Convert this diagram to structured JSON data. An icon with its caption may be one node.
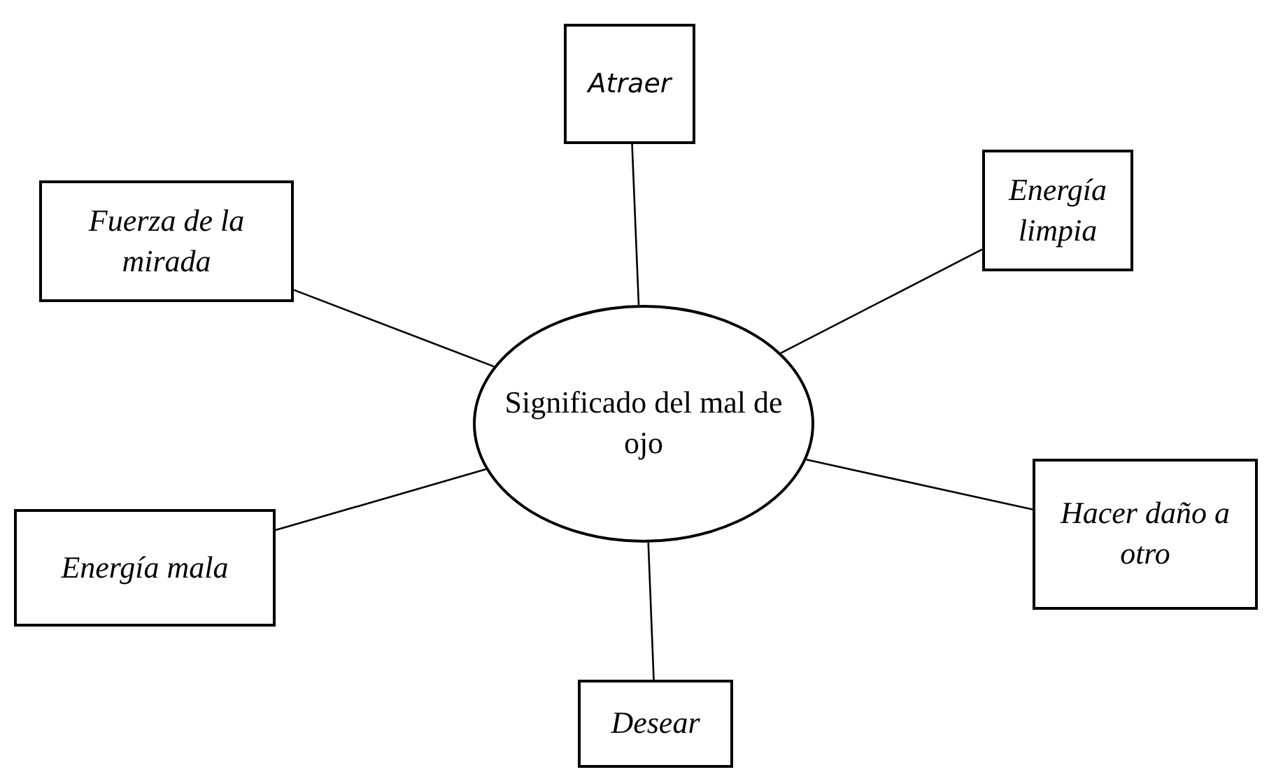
{
  "diagram": {
    "nodes": [
      {
        "text": [
          "Atraer"
        ]
      },
      {
        "text": [
          "Fuerza de la mirada"
        ]
      },
      {
        "text": [
          "Energía limpia"
        ]
      },
      {
        "text": [
          "Significado del mal de ojo"
        ]
      },
      {
        "text": [
          "Energía mala"
        ]
      },
      {
        "text": [
          "Hacer daño a otro"
        ]
      },
      {
        "text": [
          "Desear"
        ]
      }
    ],
    "edges": [
      {
        "from": 3,
        "to": 0,
        "arrow": "none"
      },
      {
        "from": 3,
        "to": 1,
        "arrow": "none"
      },
      {
        "from": 3,
        "to": 2,
        "arrow": "none"
      },
      {
        "from": 3,
        "to": 5,
        "arrow": "none"
      },
      {
        "from": 3,
        "to": 4,
        "arrow": "none"
      },
      {
        "from": 3,
        "to": 6,
        "arrow": "none"
      }
    ]
  }
}
